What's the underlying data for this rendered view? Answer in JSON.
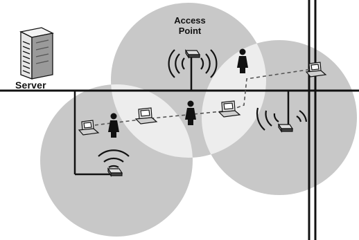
{
  "labels": {
    "access_point_line1": "Access",
    "access_point_line2": "Point",
    "server": "Server"
  },
  "colors": {
    "coverage_fill": "#c8c8c8",
    "overlap_fill": "#ededed",
    "line": "#111111",
    "background": "#ffffff"
  },
  "icons": [
    "server-icon",
    "access-point-icon",
    "laptop-icon",
    "person-icon",
    "wireless-signal-icon"
  ]
}
